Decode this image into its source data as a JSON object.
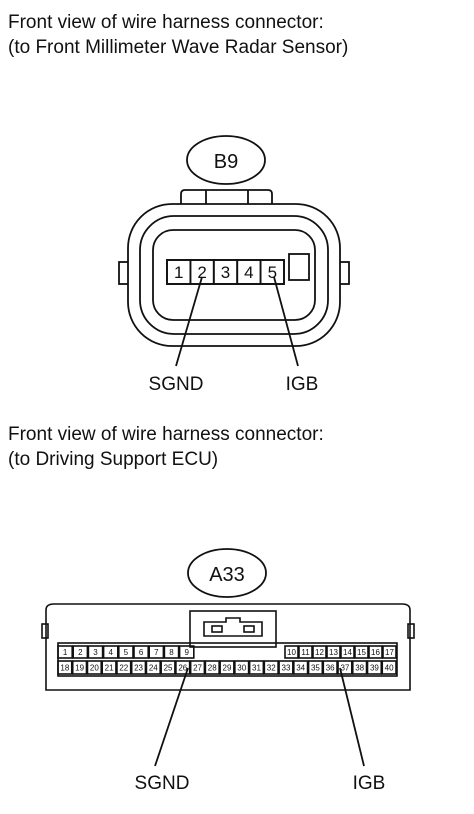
{
  "connector_b9": {
    "heading_line1": "Front view of wire harness connector:",
    "heading_line2": "(to Front Millimeter Wave Radar Sensor)",
    "code": "B9",
    "pins": [
      "1",
      "2",
      "3",
      "4",
      "5"
    ],
    "labels": {
      "left": "SGND",
      "right": "IGB"
    }
  },
  "connector_a33": {
    "heading_line1": "Front view of wire harness connector:",
    "heading_line2": "(to Driving Support ECU)",
    "code": "A33",
    "top_row": [
      "1",
      "2",
      "3",
      "4",
      "5",
      "6",
      "7",
      "8",
      "9",
      "10",
      "11",
      "12",
      "13",
      "14",
      "15",
      "16",
      "17"
    ],
    "bottom_row": [
      "18",
      "19",
      "20",
      "21",
      "22",
      "23",
      "24",
      "25",
      "26",
      "27",
      "28",
      "29",
      "30",
      "31",
      "32",
      "33",
      "34",
      "35",
      "36",
      "37",
      "38",
      "39",
      "40"
    ],
    "labels": {
      "left": "SGND",
      "right": "IGB"
    }
  }
}
